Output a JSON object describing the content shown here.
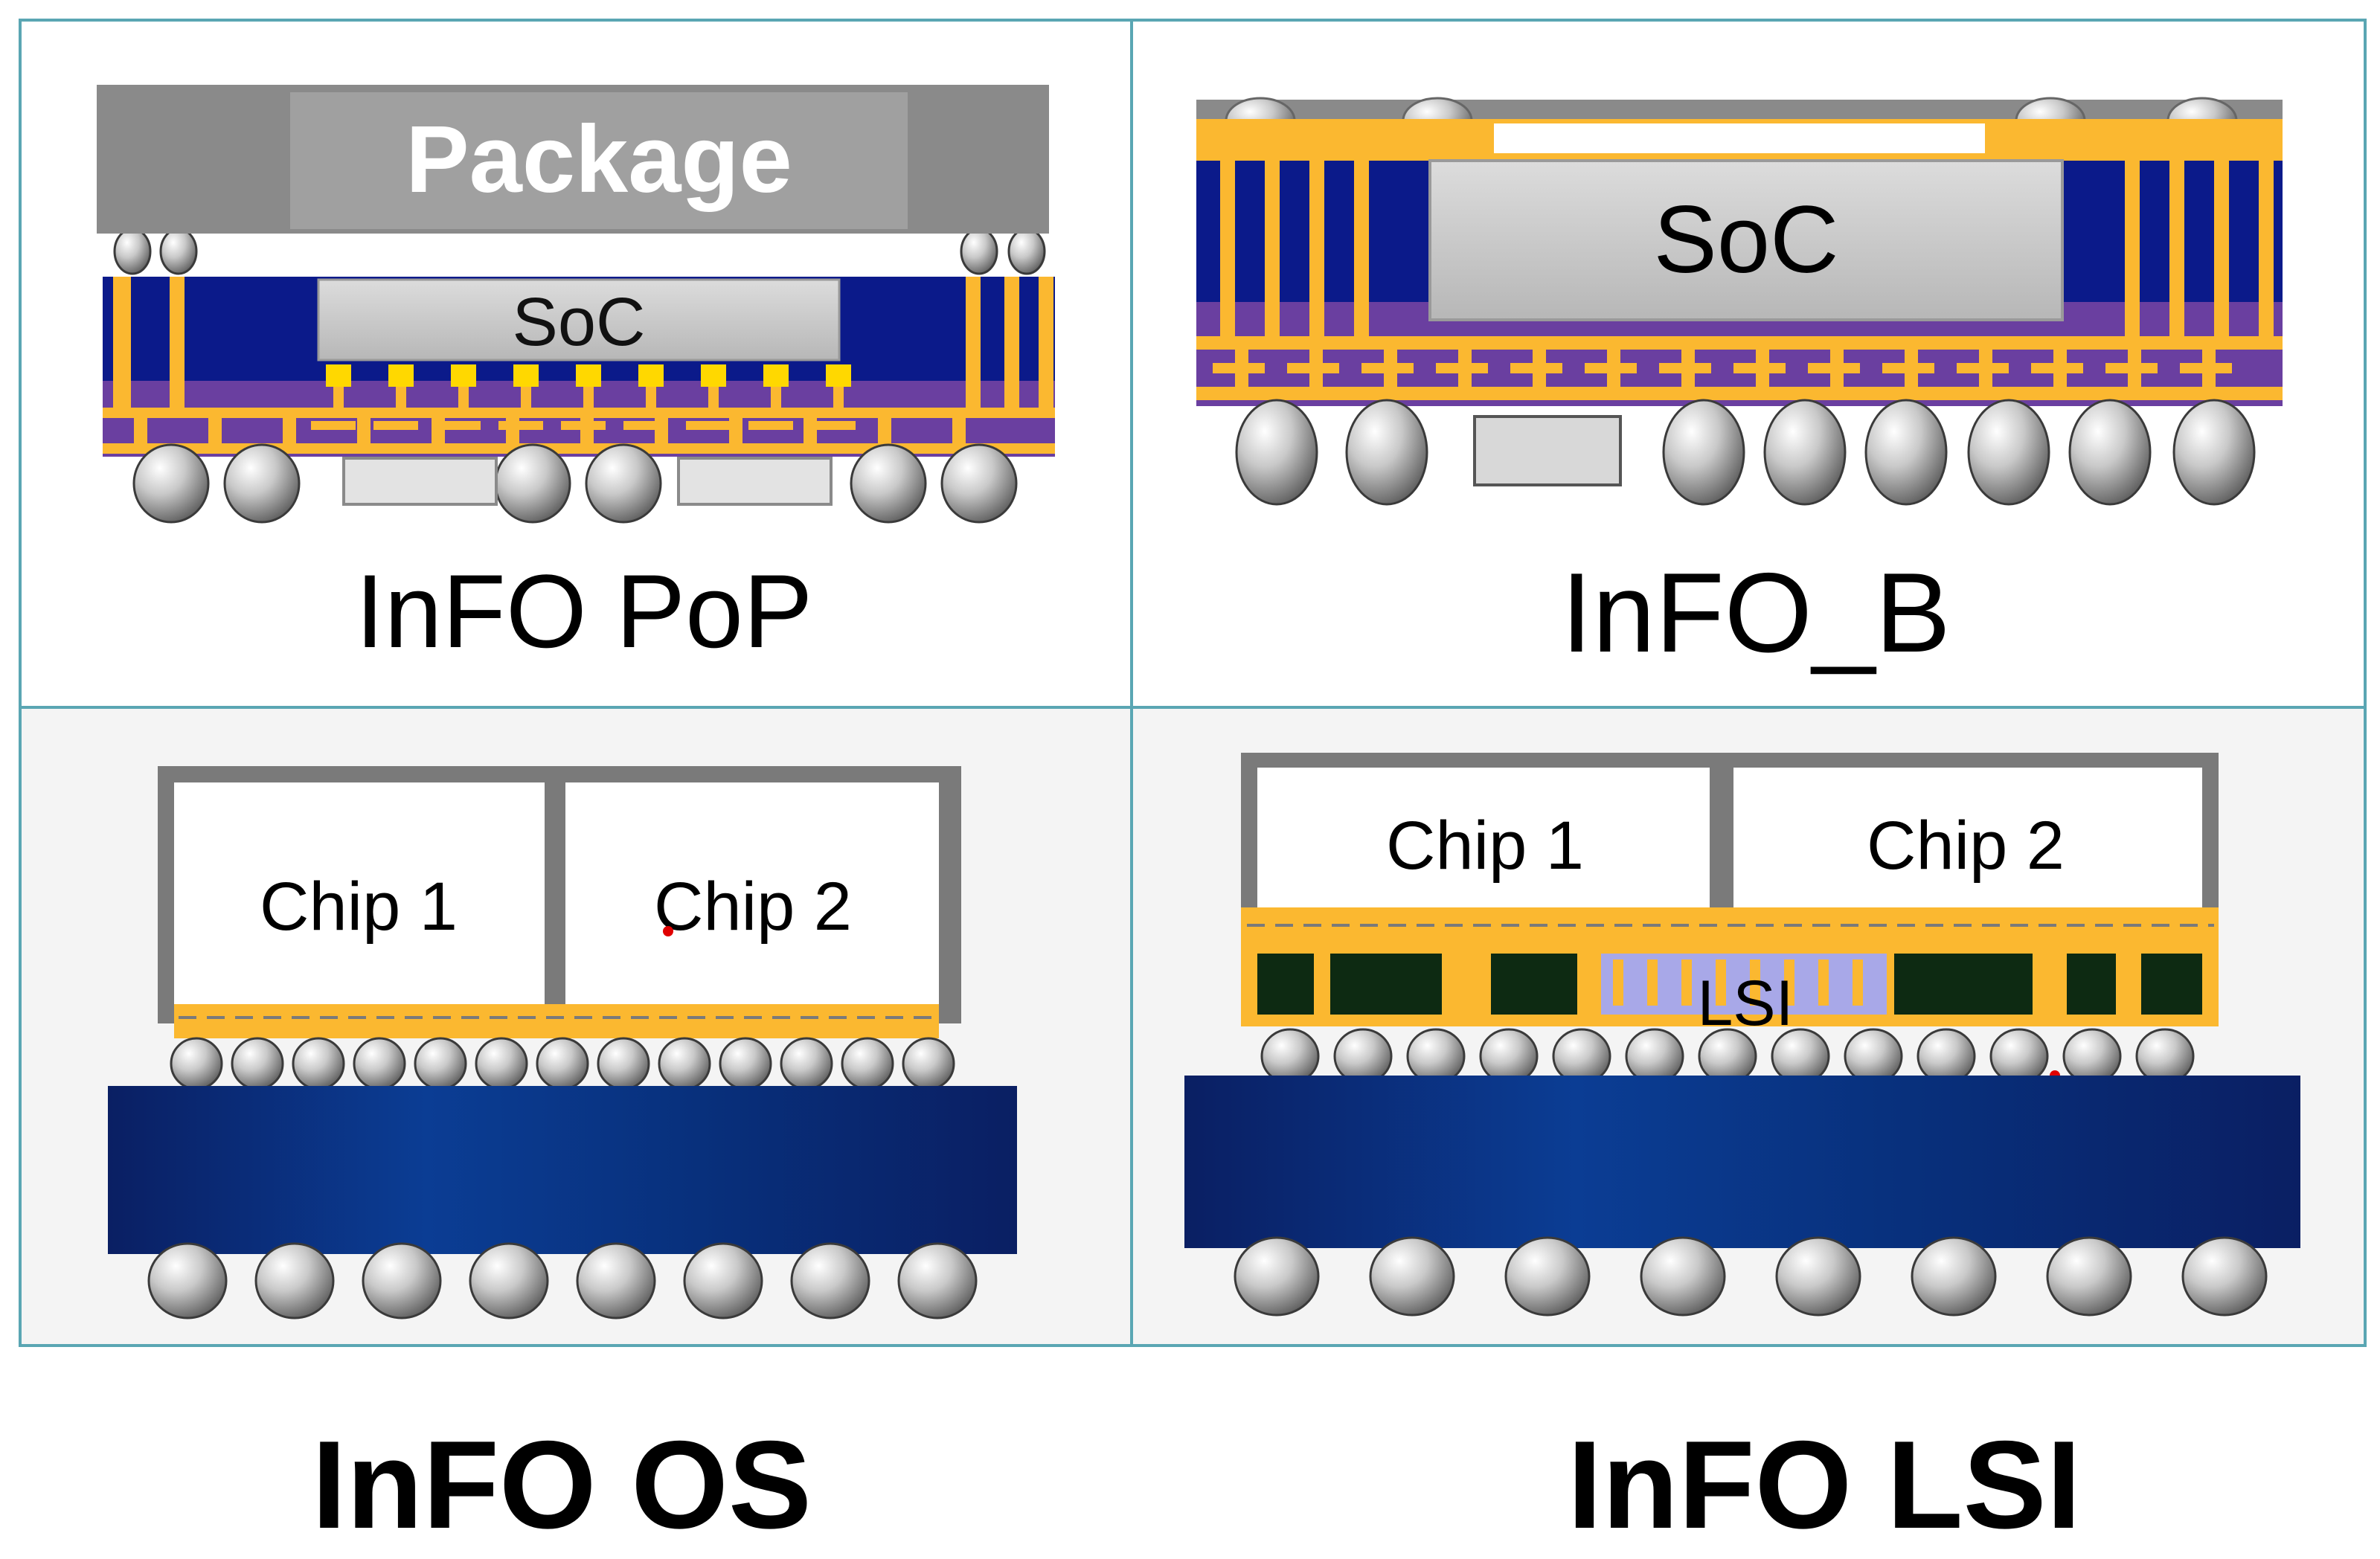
{
  "panels": {
    "info_pop": {
      "caption": "InFO PoP",
      "package_label": "Package",
      "die_label": "SoC"
    },
    "info_b": {
      "caption": "InFO_B",
      "die_label": "SoC"
    },
    "info_os": {
      "caption": "InFO OS",
      "chip1_label": "Chip 1",
      "chip2_label": "Chip 2"
    },
    "info_lsi": {
      "caption": "InFO LSI",
      "chip1_label": "Chip 1",
      "chip2_label": "Chip 2",
      "bridge_label": "LSI"
    }
  },
  "colors": {
    "frame": "#5aa6b3",
    "rdl_gold": "#fbb830",
    "substrate_navy": "#0b1a8a",
    "dielectric_purple": "#6a3fa0",
    "mold_dark_green": "#0d2a12",
    "package_gray": "#8a8a8a",
    "die_gray": "#c8c8c8",
    "substrate_blue": "#0a3a8c",
    "bridge_lavender": "#a8a8e8"
  }
}
